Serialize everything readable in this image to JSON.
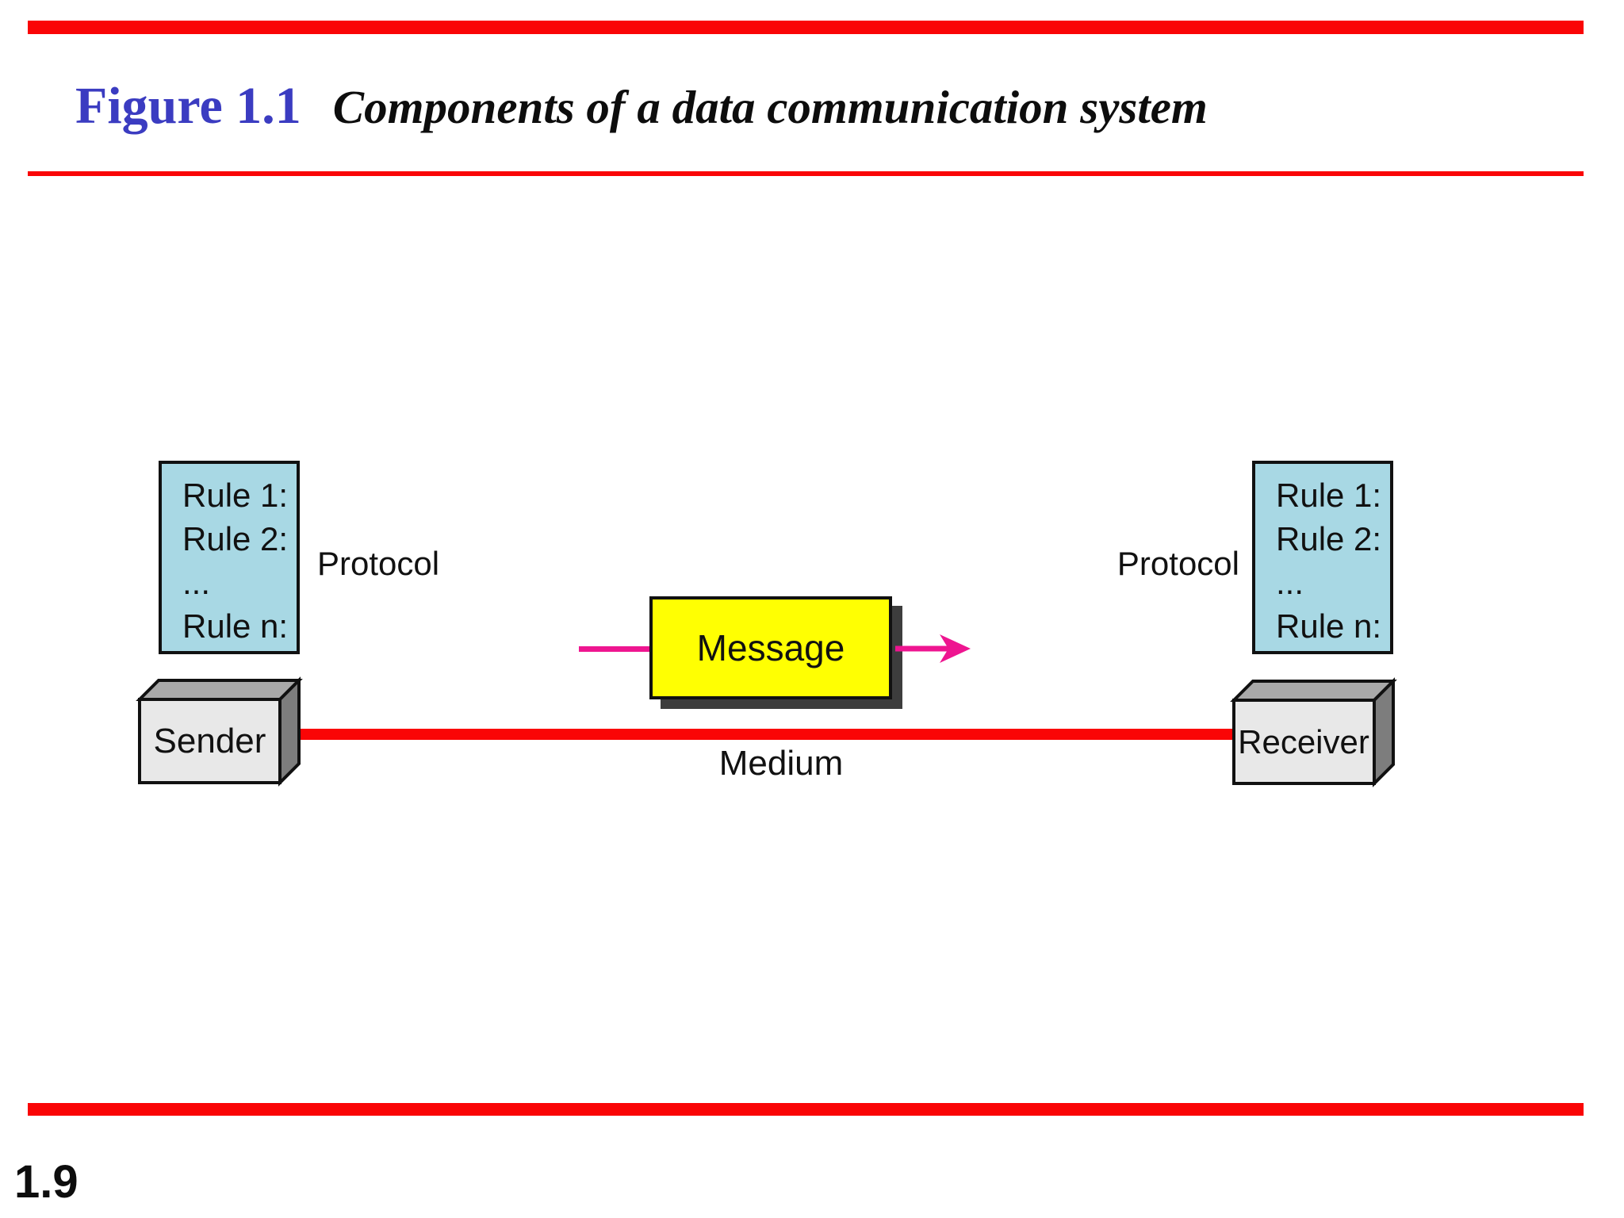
{
  "header": {
    "figure_label": "Figure 1.1",
    "figure_caption": "Components of a data communication system"
  },
  "footer": {
    "page_number": "1.9"
  },
  "diagram": {
    "protocol_left": {
      "rules": [
        "Rule 1:",
        "Rule 2:",
        "...",
        "Rule n:"
      ],
      "label": "Protocol"
    },
    "protocol_right": {
      "rules": [
        "Rule 1:",
        "Rule 2:",
        "...",
        "Rule n:"
      ],
      "label": "Protocol"
    },
    "sender_label": "Sender",
    "receiver_label": "Receiver",
    "message_label": "Message",
    "medium_label": "Medium"
  },
  "colors": {
    "accent_red": "#fa0506",
    "title_blue": "#3b3cc1",
    "rules_box_fill": "#a8d8e4",
    "message_fill": "#ffff02",
    "message_shadow": "#3d3d3d",
    "magenta_arrow": "#ee1590",
    "device_front": "#e8e8e8",
    "device_top": "#a9a9a9",
    "device_side": "#7d7d7d"
  }
}
